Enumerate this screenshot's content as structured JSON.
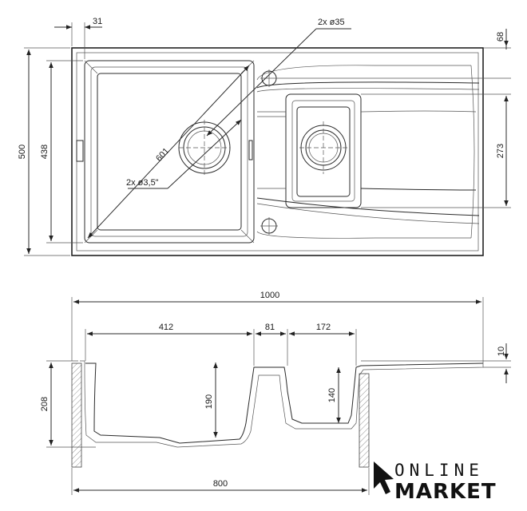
{
  "top_view": {
    "dim_frame_offset": "31",
    "dim_overall_width_top": "500",
    "dim_bowl_depth": "438",
    "dim_drain_diameter": "2x ø35",
    "dim_diagonal": "601",
    "dim_waste_size": "2x ø3,5\"",
    "dim_right_edge": "68",
    "dim_small_bowl": "273"
  },
  "side_view": {
    "dim_overall_length": "1000",
    "dim_big_bowl_width": "412",
    "dim_gap": "81",
    "dim_small_bowl_width": "172",
    "dim_rim": "10",
    "dim_total_height": "208",
    "dim_big_bowl_depth": "190",
    "dim_small_bowl_depth": "140",
    "dim_cabinet": "800"
  },
  "logo": {
    "line1": "ONLINE",
    "line2": "MARKET"
  }
}
